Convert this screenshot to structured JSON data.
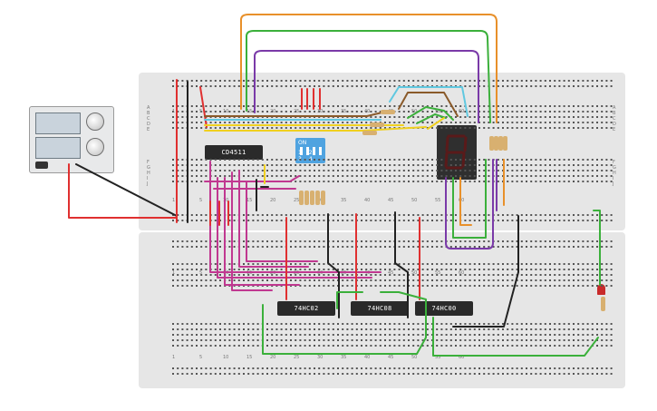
{
  "circuit": {
    "ic_labels": [
      "CD4511",
      "74HC02",
      "74HC08",
      "74HC00"
    ],
    "dip_switch": {
      "on_label": "ON",
      "numbers": "1 2 3 4"
    },
    "column_numbers": [
      "1",
      "5",
      "10",
      "15",
      "20",
      "25",
      "30",
      "35",
      "40",
      "45",
      "50",
      "55",
      "60"
    ],
    "row_letters_top": [
      "A",
      "B",
      "C",
      "D",
      "E",
      "F",
      "G",
      "H",
      "I",
      "J"
    ],
    "colors": {
      "board": "#e6e6e6",
      "wire_red": "#e03030",
      "wire_black": "#222222",
      "wire_green": "#3bb03b",
      "wire_orange": "#e8902a",
      "wire_purple": "#7a3aa8",
      "wire_magenta": "#c03890",
      "wire_yellow": "#f0d020",
      "wire_brown": "#8a5a2a",
      "wire_cyan": "#60c8e0",
      "dip_blue": "#4fa3e0",
      "led_red": "#c92a2a"
    }
  }
}
